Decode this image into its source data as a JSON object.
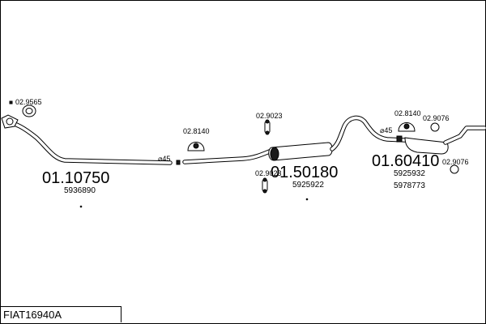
{
  "title": "FIAT16940A",
  "parts": {
    "front_pipe": {
      "number": "01.10750",
      "ref": "5936890"
    },
    "middle_silencer": {
      "number": "01.50180",
      "ref": "5925922"
    },
    "rear_silencer": {
      "number": "01.60410",
      "ref1": "5925932",
      "ref2": "5978773"
    }
  },
  "fittings": {
    "gasket": "02.9565",
    "rubber_mount_1": "02.8140",
    "rubber_mount_2": "02.8140",
    "hanger_top": "02.9023",
    "hanger_bottom": "02.9023",
    "ring_top": "02.9076",
    "ring_bottom": "02.9076"
  },
  "diameters": {
    "d1": "⌀45",
    "d2": "⌀45"
  }
}
